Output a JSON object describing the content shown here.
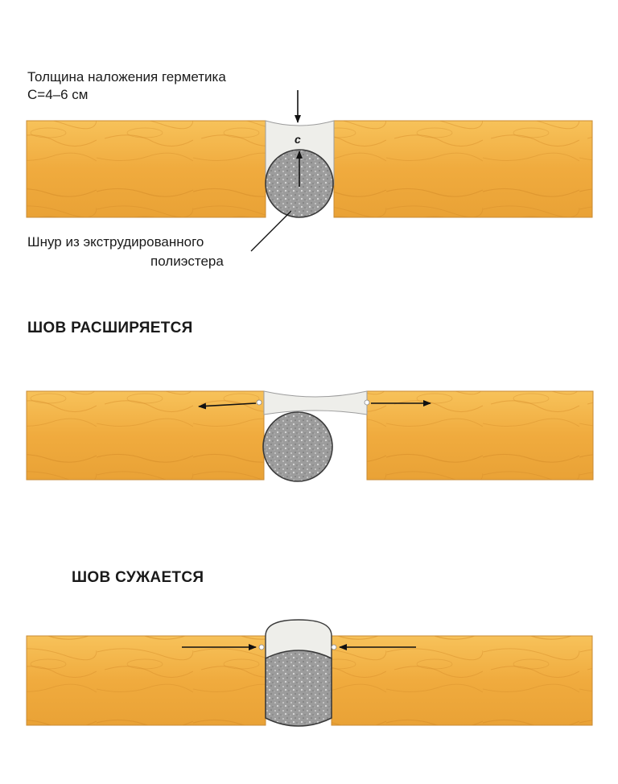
{
  "top": {
    "thickness_label_line1": "Толщина наложения герметика",
    "thickness_label_line2": "С=4–6 см",
    "c_marker": "c",
    "cord_label_line1": "Шнур из экструдированного",
    "cord_label_line2": "полиэстера"
  },
  "expanding": {
    "heading": "ШОВ РАСШИРЯЕТСЯ"
  },
  "narrowing": {
    "heading": "ШОВ СУЖАЕТСЯ"
  },
  "colors": {
    "wood": "#f1b044",
    "wood_dark": "#d18a26",
    "sealant": "#eeeeea",
    "cord": "#9a9a9a",
    "outline": "#3a3a3a"
  }
}
